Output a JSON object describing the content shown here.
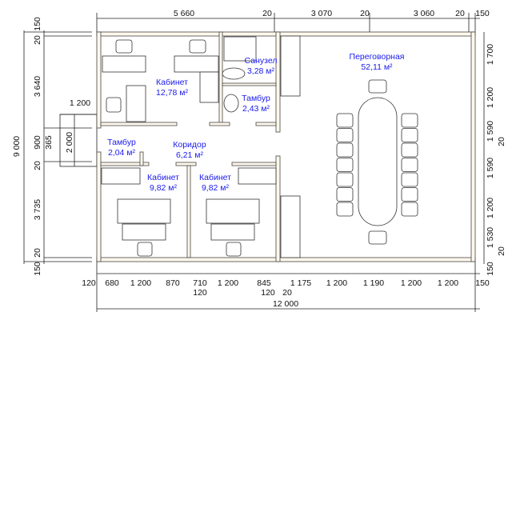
{
  "rooms": [
    {
      "name": "Кабинет",
      "area": "12,78 м²"
    },
    {
      "name": "Санузел",
      "area": "3,28 м²"
    },
    {
      "name": "Тамбур",
      "area": "2,43 м²"
    },
    {
      "name": "Тамбур",
      "area": "2,04 м²"
    },
    {
      "name": "Коридор",
      "area": "6,21 м²"
    },
    {
      "name": "Кабинет",
      "area": "9,82 м²"
    },
    {
      "name": "Кабинет",
      "area": "9,82 м²"
    },
    {
      "name": "Переговорная",
      "area": "52,11 м²"
    }
  ],
  "dims_top": [
    "5 660",
    "20",
    "3 070",
    "20",
    "3 060",
    "20",
    "150"
  ],
  "dims_left": [
    "150",
    "20",
    "3 640",
    "900",
    "365",
    "2 000",
    "20",
    "3 735",
    "20",
    "150",
    "9 000"
  ],
  "dims_left_horizontal": [
    "1 200"
  ],
  "dims_right": [
    "1 700",
    "1 200",
    "1 590",
    "20",
    "1 590",
    "1 200",
    "1 530",
    "20",
    "150"
  ],
  "dims_bottom": [
    "120",
    "680",
    "1 200",
    "870",
    "710",
    "1 200",
    "845",
    "1 175",
    "1 200",
    "1 190",
    "1 200",
    "1 200",
    "150"
  ],
  "dims_bottom_row2": [
    "120",
    "120",
    "20"
  ],
  "dims_total": [
    "12 000"
  ]
}
